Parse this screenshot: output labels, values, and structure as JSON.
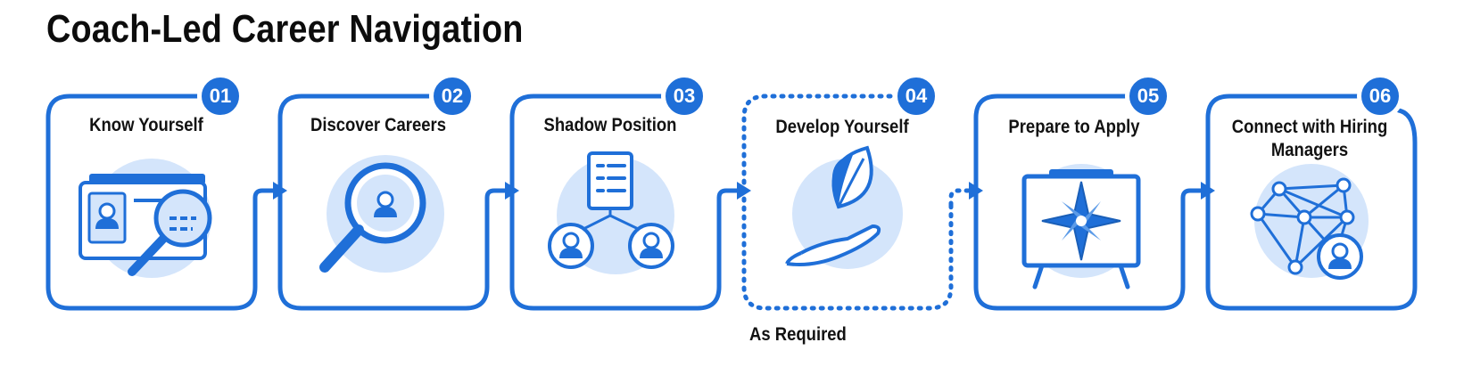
{
  "title": "Coach-Led Career Navigation",
  "note": "As Required",
  "colors": {
    "accent": "#1f6fd8",
    "light": "#d4e5fb",
    "text": "#121212"
  },
  "steps": [
    {
      "number": "01",
      "label": "Know Yourself",
      "icon": "id-card-magnifier-icon"
    },
    {
      "number": "02",
      "label": "Discover Careers",
      "icon": "magnifier-person-icon"
    },
    {
      "number": "03",
      "label": "Shadow Position",
      "icon": "checklist-people-icon"
    },
    {
      "number": "04",
      "label": "Develop Yourself",
      "icon": "hand-leaf-icon"
    },
    {
      "number": "05",
      "label": "Prepare to Apply",
      "icon": "compass-board-icon"
    },
    {
      "number": "06",
      "label": "Connect with Hiring Managers",
      "icon": "network-person-icon"
    }
  ]
}
